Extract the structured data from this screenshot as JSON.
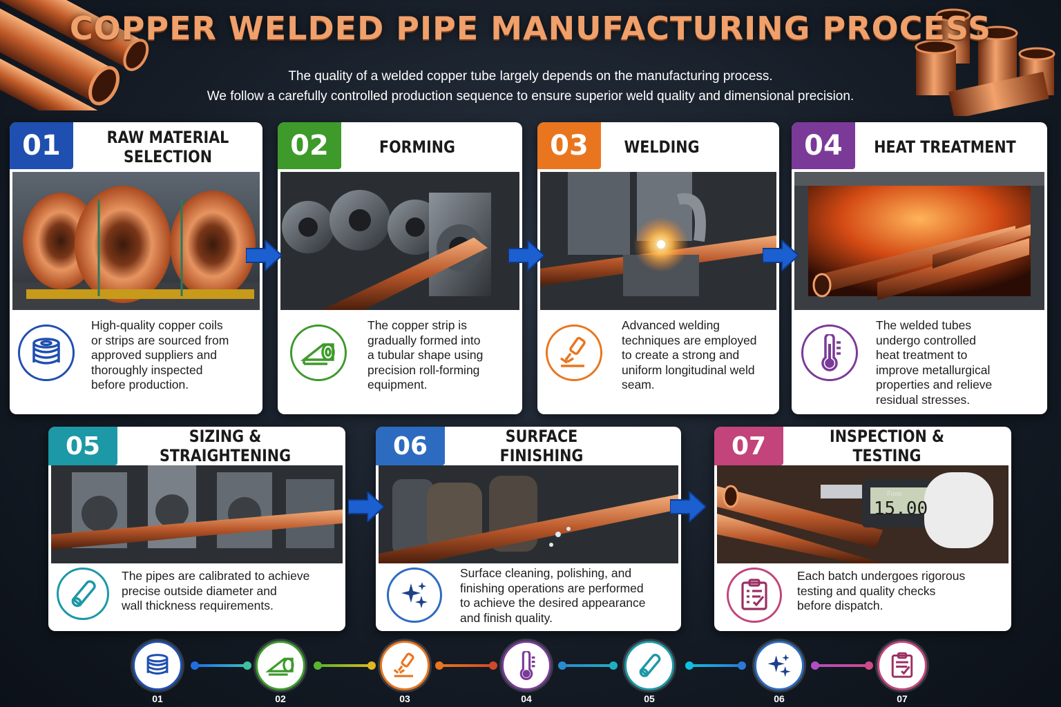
{
  "title": "COPPER WELDED PIPE MANUFACTURING PROCESS",
  "subtitle_line1": "The quality of a welded copper tube largely depends on the manufacturing process.",
  "subtitle_line2": "We follow a carefully controlled production sequence to ensure superior weld quality and dimensional precision.",
  "colors": {
    "step1": "#1f4fb0",
    "step2": "#3e9a2b",
    "step3": "#e9761f",
    "step4": "#7b3a98",
    "step5": "#1c98a6",
    "step6": "#2d6bc0",
    "step7": "#c2447a",
    "arrow": "#1b5fd0"
  },
  "steps": [
    {
      "number": "01",
      "title_line1": "RAW MATERIAL",
      "title_line2": "SELECTION",
      "icon": "copper-coil-icon",
      "description": [
        "High-quality copper coils",
        "or strips are sourced from",
        "approved suppliers and",
        "thoroughly inspected",
        "before production."
      ]
    },
    {
      "number": "02",
      "title_line1": "FORMING",
      "title_line2": "",
      "icon": "strip-roll-icon",
      "description": [
        "The copper strip is",
        "gradually formed into",
        "a tubular shape using",
        "precision roll-forming",
        "equipment."
      ]
    },
    {
      "number": "03",
      "title_line1": "WELDING",
      "title_line2": "",
      "icon": "welding-torch-icon",
      "description": [
        "Advanced welding",
        "techniques are employed",
        "to create a strong and",
        "uniform longitudinal weld",
        "seam."
      ]
    },
    {
      "number": "04",
      "title_line1": "HEAT TREATMENT",
      "title_line2": "",
      "icon": "thermometer-icon",
      "description": [
        "The welded tubes",
        "undergo controlled",
        "heat treatment to",
        "improve metallurgical",
        "properties and relieve",
        "residual stresses."
      ]
    },
    {
      "number": "05",
      "title_line1": "SIZING & STRAIGHTENING",
      "title_line2": "",
      "icon": "pipe-icon",
      "description": [
        "The pipes are calibrated to achieve",
        "precise outside diameter and",
        "wall thickness requirements."
      ]
    },
    {
      "number": "06",
      "title_line1": "SURFACE FINISHING",
      "title_line2": "",
      "icon": "sparkle-icon",
      "description": [
        "Surface cleaning, polishing, and",
        "finishing operations are performed",
        "to achieve the desired appearance",
        "and finish quality."
      ]
    },
    {
      "number": "07",
      "title_line1": "INSPECTION & TESTING",
      "title_line2": "",
      "icon": "checklist-clipboard-icon",
      "description": [
        "Each batch undergoes rigorous",
        "testing and quality checks",
        "before dispatch."
      ]
    }
  ],
  "caliper_reading": "15.00",
  "caliper_brand": "Fuvei",
  "timeline": [
    "01",
    "02",
    "03",
    "04",
    "05",
    "06",
    "07"
  ]
}
